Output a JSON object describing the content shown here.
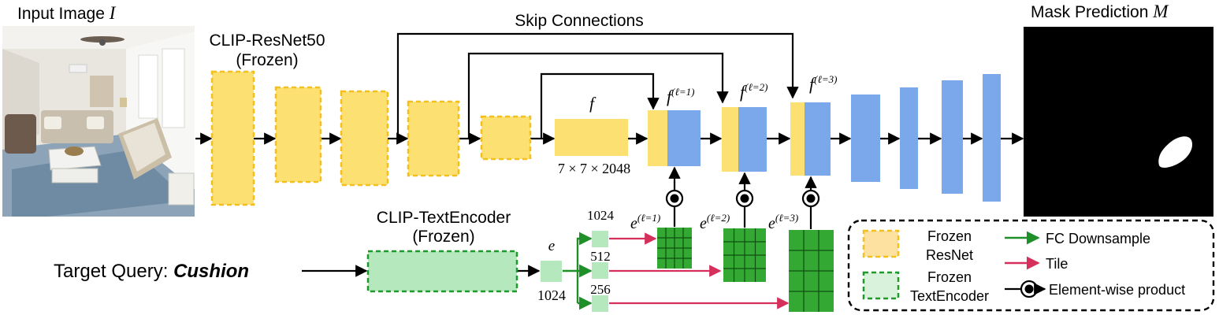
{
  "input_image": {
    "label": "Input Image",
    "symbol": "I"
  },
  "mask_prediction": {
    "label": "Mask Prediction",
    "symbol": "M"
  },
  "skip_connections": {
    "label": "Skip Connections"
  },
  "image_encoder": {
    "name": "CLIP-ResNet50",
    "status": "(Frozen)"
  },
  "text_encoder": {
    "name": "CLIP-TextEncoder",
    "status": "(Frozen)"
  },
  "query": {
    "prefix": "Target Query: ",
    "word": "Cushion"
  },
  "feature": {
    "symbol": "f",
    "shape": "7 × 7 × 2048"
  },
  "text_embedding": {
    "symbol": "e",
    "dim": "1024"
  },
  "downsampled_dims": [
    "1024",
    "512",
    "256"
  ],
  "levels": [
    {
      "feature": "f",
      "embedding": "e",
      "superscript": "(ℓ=1)"
    },
    {
      "feature": "f",
      "embedding": "e",
      "superscript": "(ℓ=2)"
    },
    {
      "feature": "f",
      "embedding": "e",
      "superscript": "(ℓ=3)"
    }
  ],
  "legend": {
    "frozen_resnet": [
      "Frozen",
      "ResNet"
    ],
    "frozen_textencoder": [
      "Frozen",
      "TextEncoder"
    ],
    "fc_downsample": "FC Downsample",
    "tile": "Tile",
    "elementwise_product": "Element-wise product"
  },
  "colors": {
    "frozen_yellow": "#fde072",
    "frozen_yellow_border": "#f4c020",
    "decoder_blue": "#7aa8ea",
    "text_green_fill": "#b5e8bd",
    "text_green_border": "#1f9a2a",
    "grid_green": "#33a833",
    "fc_arrow": "#1f8f2a",
    "tile_arrow": "#d62f5c"
  }
}
